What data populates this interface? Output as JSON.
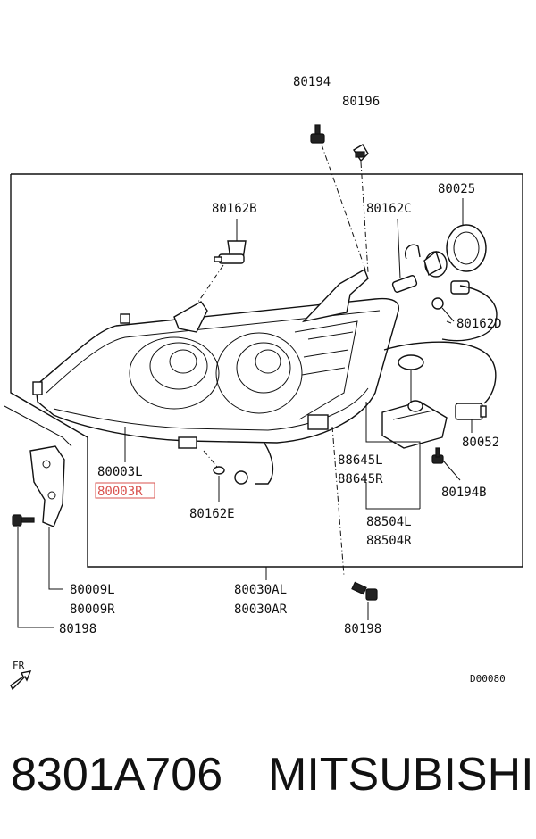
{
  "labels": {
    "p80194": "80194",
    "p80196": "80196",
    "p80025": "80025",
    "p80162B": "80162B",
    "p80162C": "80162C",
    "p80162D": "80162D",
    "p80003L": "80003L",
    "p80003R": "80003R",
    "p80162E": "80162E",
    "p88645L": "88645L",
    "p88645R": "88645R",
    "p80052": "80052",
    "p80194B": "80194B",
    "p88504L": "88504L",
    "p88504R": "88504R",
    "p80009L": "80009L",
    "p80009R": "80009R",
    "p80030AL": "80030AL",
    "p80030AR": "80030AR",
    "p80198_left": "80198",
    "p80198_right": "80198",
    "fr": "FR",
    "diagram_code": "D00080"
  },
  "highlight": {
    "part": "80003R",
    "color": "#d9534f"
  },
  "footer": {
    "part_number": "8301A706",
    "brand": "MITSUBISHI"
  }
}
